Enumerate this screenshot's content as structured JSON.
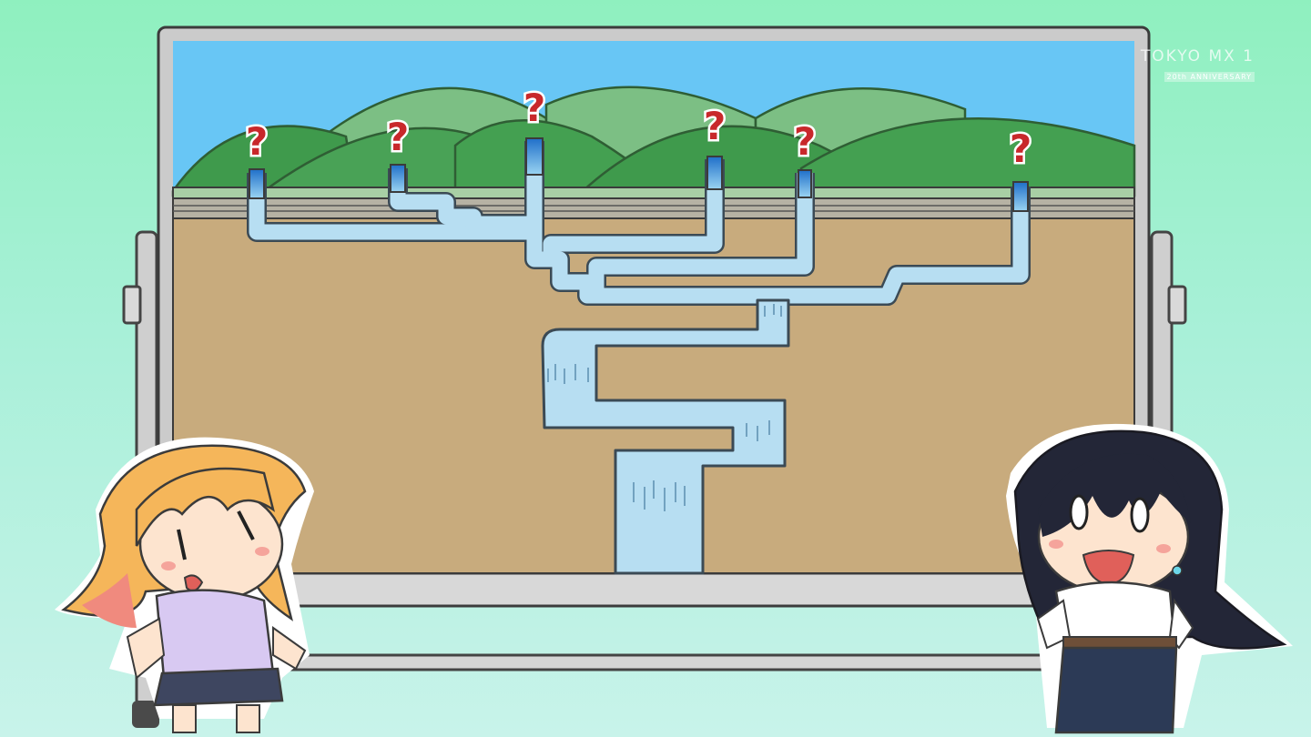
{
  "scene": {
    "description_tag": "whiteboard-groundwater-diagram",
    "question_marks": [
      "?",
      "?",
      "?",
      "?",
      "?",
      "?"
    ],
    "colors": {
      "background": "#9cf0cc",
      "board_frame": "#c9c9c9",
      "sky": "#68c6f5",
      "hills_light": "#76bc7e",
      "hills_dark": "#3f9a4c",
      "soil": "#c8ab7d",
      "water": "#b7def2",
      "question_red": "#c8282b"
    }
  },
  "watermark": {
    "main": "TOKYO MX 1",
    "sub": "20th ANNIVERSARY"
  }
}
